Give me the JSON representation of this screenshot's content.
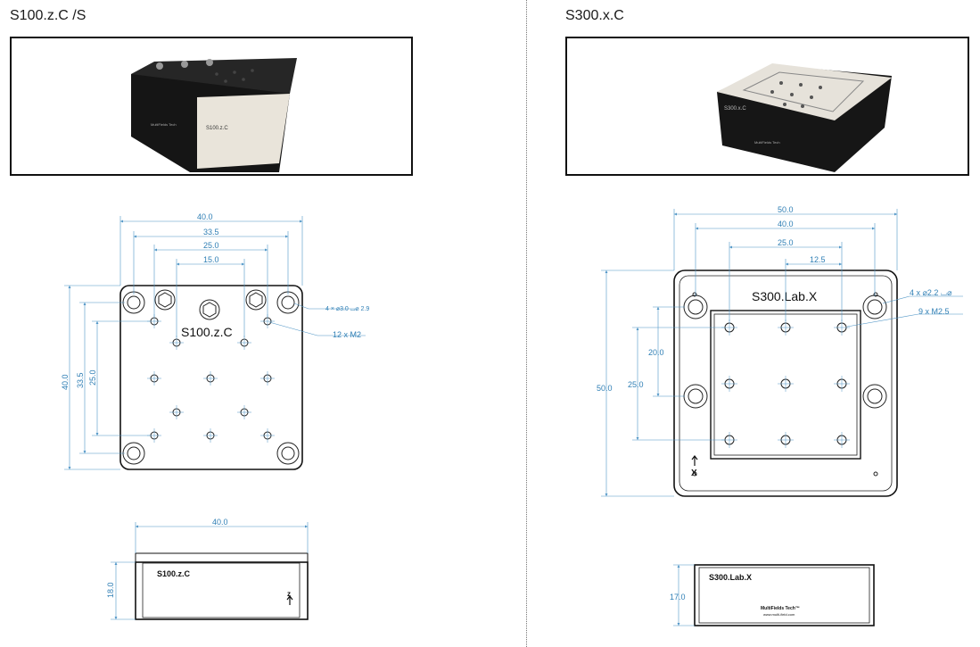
{
  "left": {
    "title": "S100.z.C /S",
    "photo": {
      "model_label": "S100.z.C",
      "brand_text": "MultiFields Tech"
    },
    "top_view": {
      "part_label": "S100.z.C",
      "dims": [
        "40.0",
        "33.5",
        "25.0",
        "15.0",
        "40.0",
        "33.5",
        "25.0"
      ],
      "callout_holes": "4 × ⌀3.0 ⌴⌀ 2.9",
      "callout_threads": "12 x  M2"
    },
    "side_view": {
      "width_dim": "40.0",
      "height_dim": "18.0",
      "part_label": "S100.z.C",
      "axis_label": "z"
    }
  },
  "right": {
    "title": "S300.x.C",
    "photo": {
      "model_label": "S300.x.C",
      "brand_text": "MultiFields Tech"
    },
    "top_view": {
      "part_label": "S300.Lab.X",
      "dims": [
        "50.0",
        "40.0",
        "25.0",
        "12.5",
        "50.0",
        "25.0",
        "20.0"
      ],
      "callout_holes": "4 x  ⌀2.2 ⌴⌀",
      "callout_threads": "9 x  M2.5",
      "axis_label": "X"
    },
    "side_view": {
      "height_dim": "17.0",
      "part_label": "S300.Lab.X",
      "brand_text": "MultiFields Tech™",
      "url_text": "www.multi-field.com"
    }
  }
}
